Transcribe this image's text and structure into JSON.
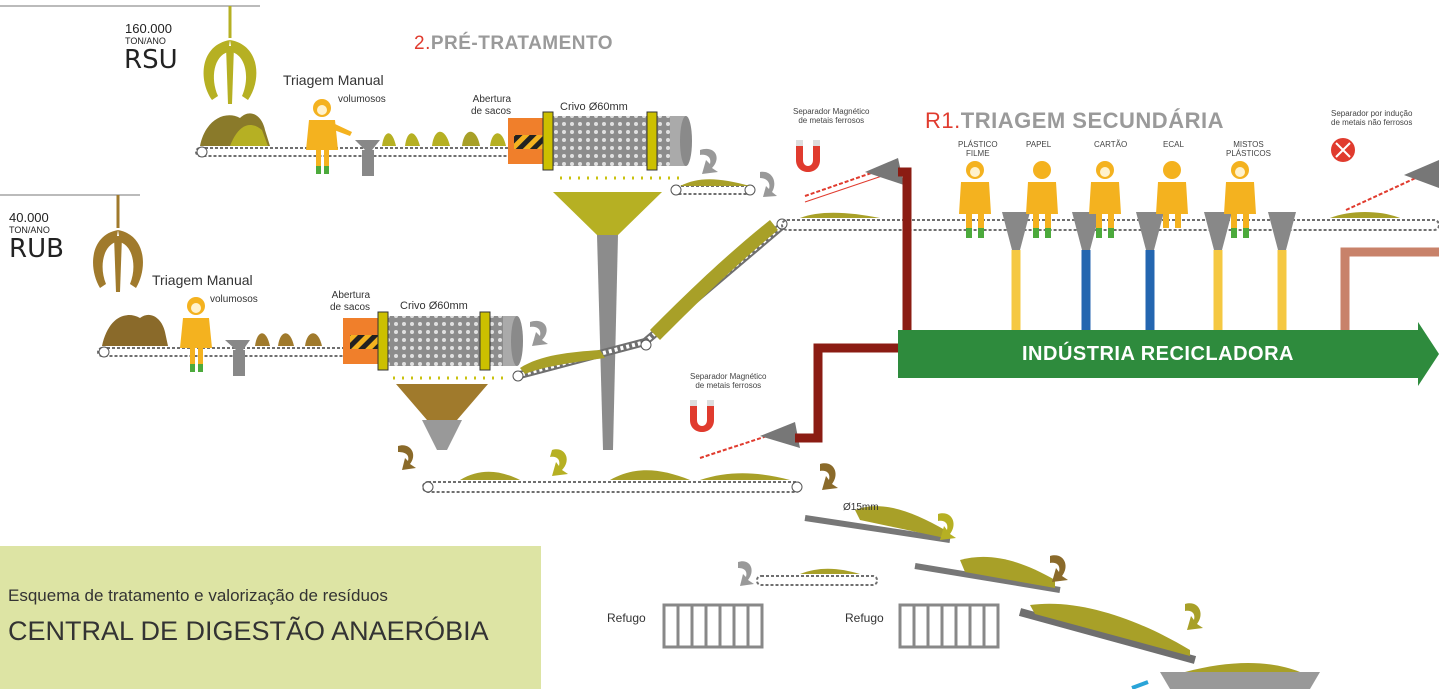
{
  "inputs": {
    "rsu": {
      "qty": "160.000",
      "unit": "TON/ANO",
      "name": "RSU"
    },
    "rub": {
      "qty": "40.000",
      "unit": "TON/ANO",
      "name": "RUB"
    }
  },
  "pretreatment": {
    "number": "2.",
    "title": "PRÉ-TRATAMENTO"
  },
  "labels": {
    "manual_sorting": "Triagem Manual",
    "bulky": "volumosos",
    "bag_opening": "Abertura de sacos",
    "bag_opening_l1": "Abertura",
    "bag_opening_l2": "de sacos",
    "screen": "Crivo Ø60mm",
    "magnetic_l1": "Separador Magnético",
    "magnetic_l2": "de metais ferrosos",
    "eddy_l1": "Separador por indução",
    "eddy_l2": "de metais não ferrosos",
    "screen_small": "Ø15mm",
    "reject": "Refugo"
  },
  "secondary": {
    "number": "R1.",
    "title": "TRIAGEM SECUNDÁRIA",
    "streams": [
      {
        "l1": "PLÁSTICO",
        "l2": "FILME"
      },
      {
        "l1": "PAPEL",
        "l2": ""
      },
      {
        "l1": "CARTÃO",
        "l2": ""
      },
      {
        "l1": "ECAL",
        "l2": ""
      },
      {
        "l1": "MISTOS",
        "l2": "PLÁSTICOS"
      }
    ]
  },
  "industry": "INDÚSTRIA RECICLADORA",
  "info": {
    "subtitle": "Esquema de tratamento e valorização de resíduos",
    "title": "CENTRAL DE DIGESTÃO ANAERÓBIA"
  },
  "colors": {
    "belt": "#6f6f6f",
    "waste_olive": "#a8a028",
    "waste_brown": "#8a6a2a",
    "worker": "#f4b21f",
    "boots": "#4caa3c",
    "funnel": "#7a7a7a",
    "hopper_olive": "#b6b023",
    "hopper_brown": "#a07a2c",
    "pipe_red": "#8b1c13",
    "pipe_salmon": "#c8826a",
    "pipe_yellow": "#f5c842",
    "pipe_blue": "#2466b0",
    "industry_green": "#2e8b3d",
    "accent_red": "#e03b2e"
  }
}
